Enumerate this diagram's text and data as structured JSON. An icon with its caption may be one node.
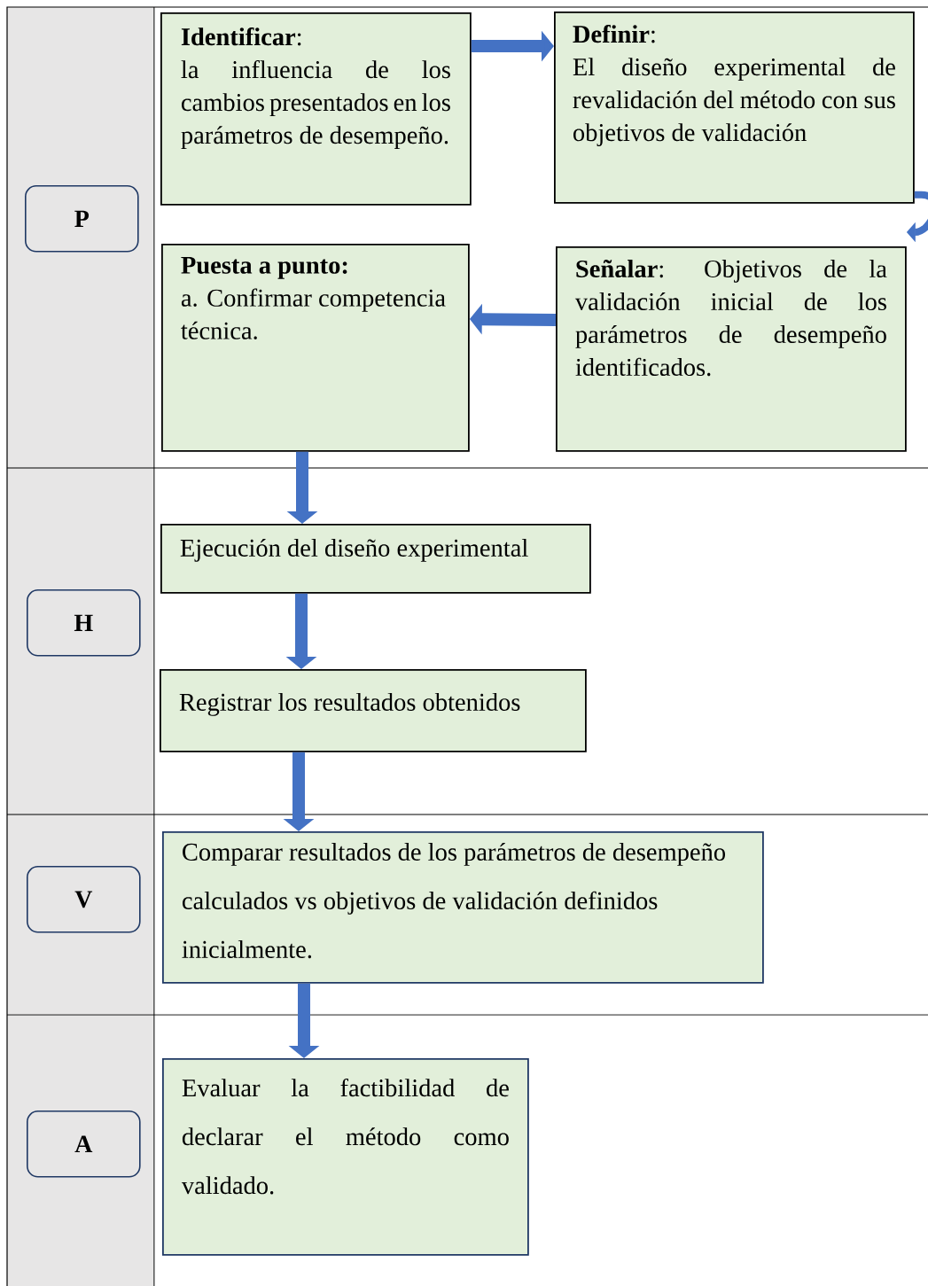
{
  "diagram": {
    "nodes": [
      {
        "text": [
          "P"
        ]
      },
      {
        "text": [
          "H"
        ]
      },
      {
        "text": [
          "V"
        ]
      },
      {
        "text": [
          "A"
        ]
      },
      {
        "text": [
          "**Identificar**:",
          "la influencia de los cambios presentados en los parámetros de desempeño."
        ]
      },
      {
        "text": [
          "**Definir**:",
          "El diseño experimental de revalidación del método con sus objetivos de validación"
        ]
      },
      {
        "text": [
          "**Señalar**: Objetivos de la validación inicial de los parámetros de desempeño identificados."
        ]
      },
      {
        "text": [
          "Puesta a punto:",
          "a. Confirmar competencia técnica."
        ]
      },
      {
        "text": [
          "Ejecución del diseño experimental"
        ]
      },
      {
        "text": [
          "Registrar los resultados obtenidos"
        ]
      },
      {
        "text": [
          "Comparar resultados de los parámetros de desempeño calculados vs objetivos de validación definidos inicialmente."
        ]
      },
      {
        "text": [
          "Evaluar la factibilidad de declarar el método como validado."
        ]
      }
    ],
    "edges": [
      {
        "from": 4,
        "to": 5,
        "arrow": "to"
      },
      {
        "from": 5,
        "to": 6,
        "arrow": "to"
      },
      {
        "from": 6,
        "to": 7,
        "arrow": "to"
      },
      {
        "from": 7,
        "to": 8,
        "arrow": "to"
      },
      {
        "from": 8,
        "to": 9,
        "arrow": "to"
      },
      {
        "from": 9,
        "to": 10,
        "arrow": "to"
      },
      {
        "from": 10,
        "to": 11,
        "arrow": "to"
      }
    ]
  }
}
